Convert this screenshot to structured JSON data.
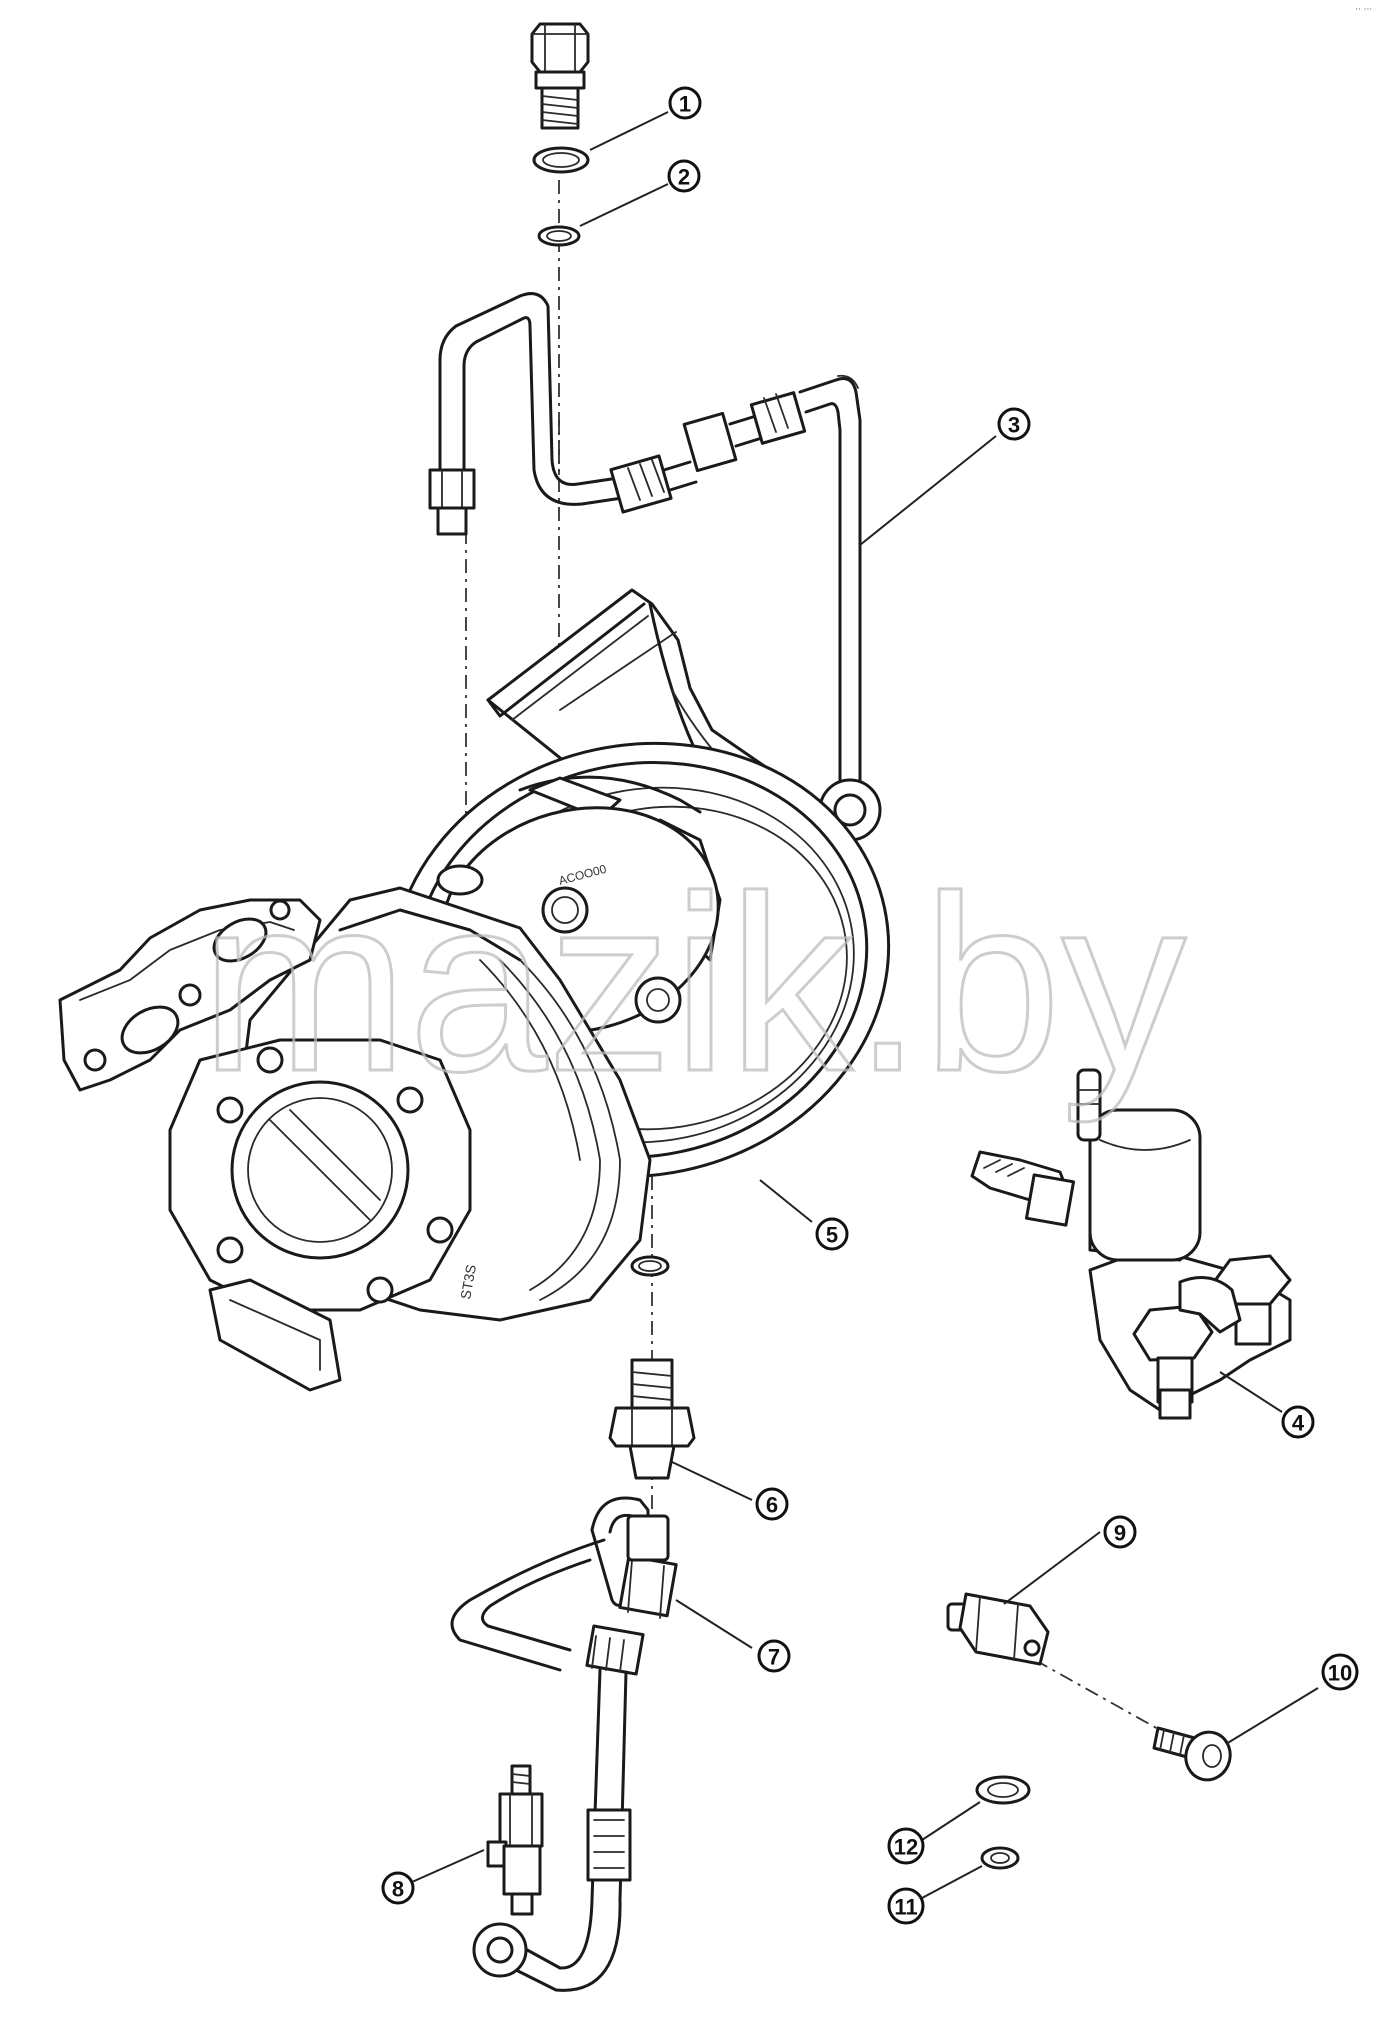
{
  "diagram": {
    "watermark": "mazik.by",
    "corner_mark": "·· ···",
    "callouts": [
      {
        "id": "c1",
        "label": "1"
      },
      {
        "id": "c2",
        "label": "2"
      },
      {
        "id": "c3",
        "label": "3"
      },
      {
        "id": "c4",
        "label": "4"
      },
      {
        "id": "c5",
        "label": "5"
      },
      {
        "id": "c6",
        "label": "6"
      },
      {
        "id": "c7",
        "label": "7"
      },
      {
        "id": "c8",
        "label": "8"
      },
      {
        "id": "c9",
        "label": "9"
      },
      {
        "id": "c10",
        "label": "10"
      },
      {
        "id": "c11",
        "label": "11"
      },
      {
        "id": "c12",
        "label": "12"
      }
    ]
  }
}
